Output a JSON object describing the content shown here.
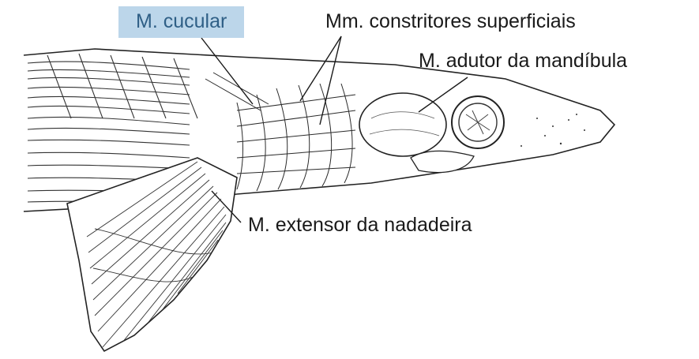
{
  "labels": {
    "cucular": "M. cucular",
    "constritores": "Mm. constritores superficiais",
    "adutor": "M. adutor da mandíbula",
    "extensor": "M. extensor da nadadeira"
  },
  "colors": {
    "highlight_bg": "#bcd6ea",
    "highlight_text": "#2f5f86",
    "ink": "#1a1a1a"
  }
}
